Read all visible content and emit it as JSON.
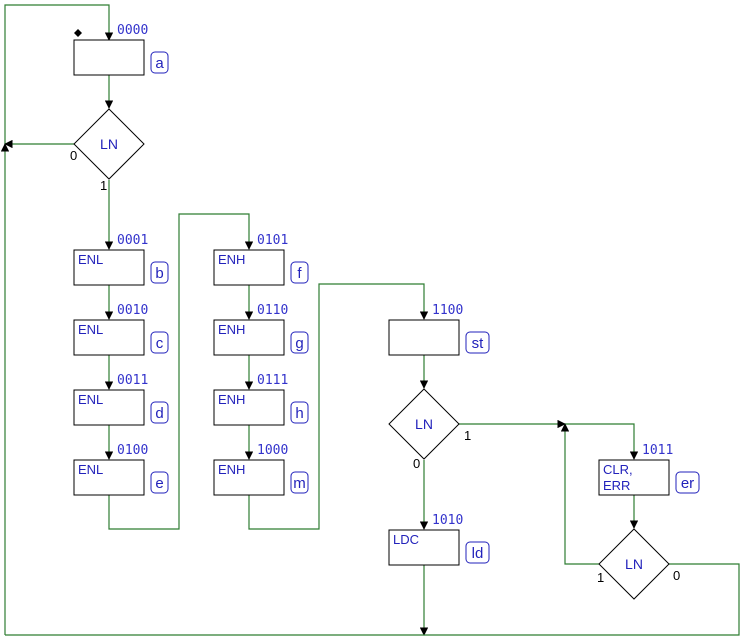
{
  "colors": {
    "line": "#2e7d32",
    "text": "#2222bb",
    "box": "#000000",
    "label_box": "#2222bb"
  },
  "states": [
    {
      "id": "a",
      "code": "0000",
      "outputs": []
    },
    {
      "id": "b",
      "code": "0001",
      "outputs": [
        "ENL"
      ]
    },
    {
      "id": "c",
      "code": "0010",
      "outputs": [
        "ENL"
      ]
    },
    {
      "id": "d",
      "code": "0011",
      "outputs": [
        "ENL"
      ]
    },
    {
      "id": "e",
      "code": "0100",
      "outputs": [
        "ENL"
      ]
    },
    {
      "id": "f",
      "code": "0101",
      "outputs": [
        "ENH"
      ]
    },
    {
      "id": "g",
      "code": "0110",
      "outputs": [
        "ENH"
      ]
    },
    {
      "id": "h",
      "code": "0111",
      "outputs": [
        "ENH"
      ]
    },
    {
      "id": "m",
      "code": "1000",
      "outputs": [
        "ENH"
      ]
    },
    {
      "id": "st",
      "code": "1100",
      "outputs": []
    },
    {
      "id": "ld",
      "code": "1010",
      "outputs": [
        "LDC"
      ]
    },
    {
      "id": "er",
      "code": "1011",
      "outputs": [
        "CLR,",
        "ERR"
      ]
    }
  ],
  "decisions": [
    {
      "id": "d1",
      "condition": "LN",
      "true_label": "1",
      "false_label": "0"
    },
    {
      "id": "d2",
      "condition": "LN",
      "true_label": "1",
      "false_label": "0"
    },
    {
      "id": "d3",
      "condition": "LN",
      "true_label": "1",
      "false_label": "0"
    }
  ]
}
